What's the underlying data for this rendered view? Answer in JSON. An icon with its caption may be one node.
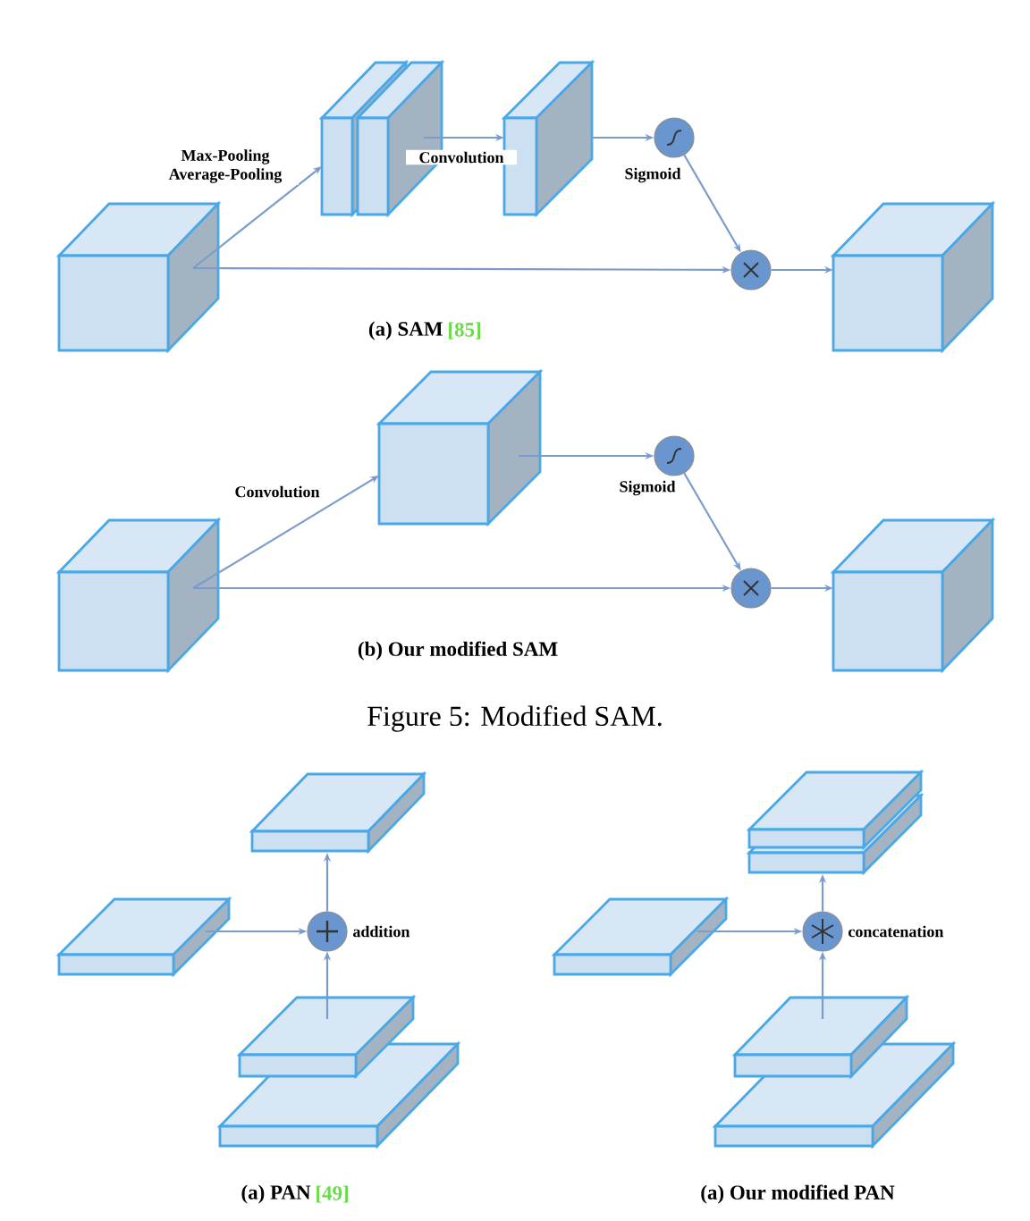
{
  "diagram": {
    "caption": "Figure 5: Modified SAM.",
    "nodes": [
      {
        "text": [],
        "shape": "box"
      },
      {
        "text": [],
        "shape": "box"
      },
      {
        "text": [],
        "shape": "box"
      },
      {
        "text": [],
        "shape": "box"
      },
      {
        "text": [],
        "shape": "circle",
        "beside": [
          "Sigmoid"
        ]
      },
      {
        "text": [],
        "shape": "circle"
      },
      {
        "text": [],
        "shape": "box"
      },
      {
        "text": [],
        "shape": "box"
      },
      {
        "text": [],
        "shape": "box"
      },
      {
        "text": [],
        "shape": "circle",
        "beside": [
          "Sigmoid"
        ]
      },
      {
        "text": [],
        "shape": "circle"
      },
      {
        "text": [],
        "shape": "box"
      },
      {
        "text": [],
        "shape": "box"
      },
      {
        "text": [],
        "shape": "box"
      },
      {
        "text": [],
        "shape": "circle",
        "beside": [
          "addition"
        ]
      },
      {
        "text": [],
        "shape": "box"
      },
      {
        "text": [],
        "shape": "box"
      },
      {
        "text": [],
        "shape": "box"
      },
      {
        "text": [],
        "shape": "box"
      },
      {
        "text": [],
        "shape": "box"
      },
      {
        "text": [],
        "shape": "circle",
        "beside": [
          "concatenation"
        ]
      },
      {
        "text": [],
        "shape": "box"
      },
      {
        "text": [],
        "shape": "box"
      }
    ],
    "edges": [
      {
        "from": 0,
        "to": 1,
        "arrow": "to",
        "label": "Max-Pooling Average-Pooling"
      },
      {
        "from": 0,
        "to": 5,
        "arrow": "to"
      },
      {
        "from": 2,
        "to": 3,
        "arrow": "to",
        "label": "Convolution"
      },
      {
        "from": 3,
        "to": 4,
        "arrow": "to"
      },
      {
        "from": 4,
        "to": 5,
        "arrow": "to"
      },
      {
        "from": 5,
        "to": 6,
        "arrow": "to"
      },
      {
        "from": 7,
        "to": 8,
        "arrow": "to",
        "label": "Convolution"
      },
      {
        "from": 7,
        "to": 10,
        "arrow": "to"
      },
      {
        "from": 8,
        "to": 9,
        "arrow": "to"
      },
      {
        "from": 9,
        "to": 10,
        "arrow": "to"
      },
      {
        "from": 10,
        "to": 11,
        "arrow": "to"
      },
      {
        "from": 13,
        "to": 14,
        "arrow": "to"
      },
      {
        "from": 15,
        "to": 14,
        "arrow": "to"
      },
      {
        "from": 14,
        "to": 12,
        "arrow": "to"
      },
      {
        "from": 19,
        "to": 20,
        "arrow": "to"
      },
      {
        "from": 21,
        "to": 20,
        "arrow": "to"
      },
      {
        "from": 20,
        "to": 18,
        "arrow": "to"
      }
    ],
    "labels": [
      "(a) SAM",
      "[85]",
      "(b) Our modified SAM",
      "(a) PAN",
      "[49]",
      "(a) Our modified PAN"
    ]
  }
}
